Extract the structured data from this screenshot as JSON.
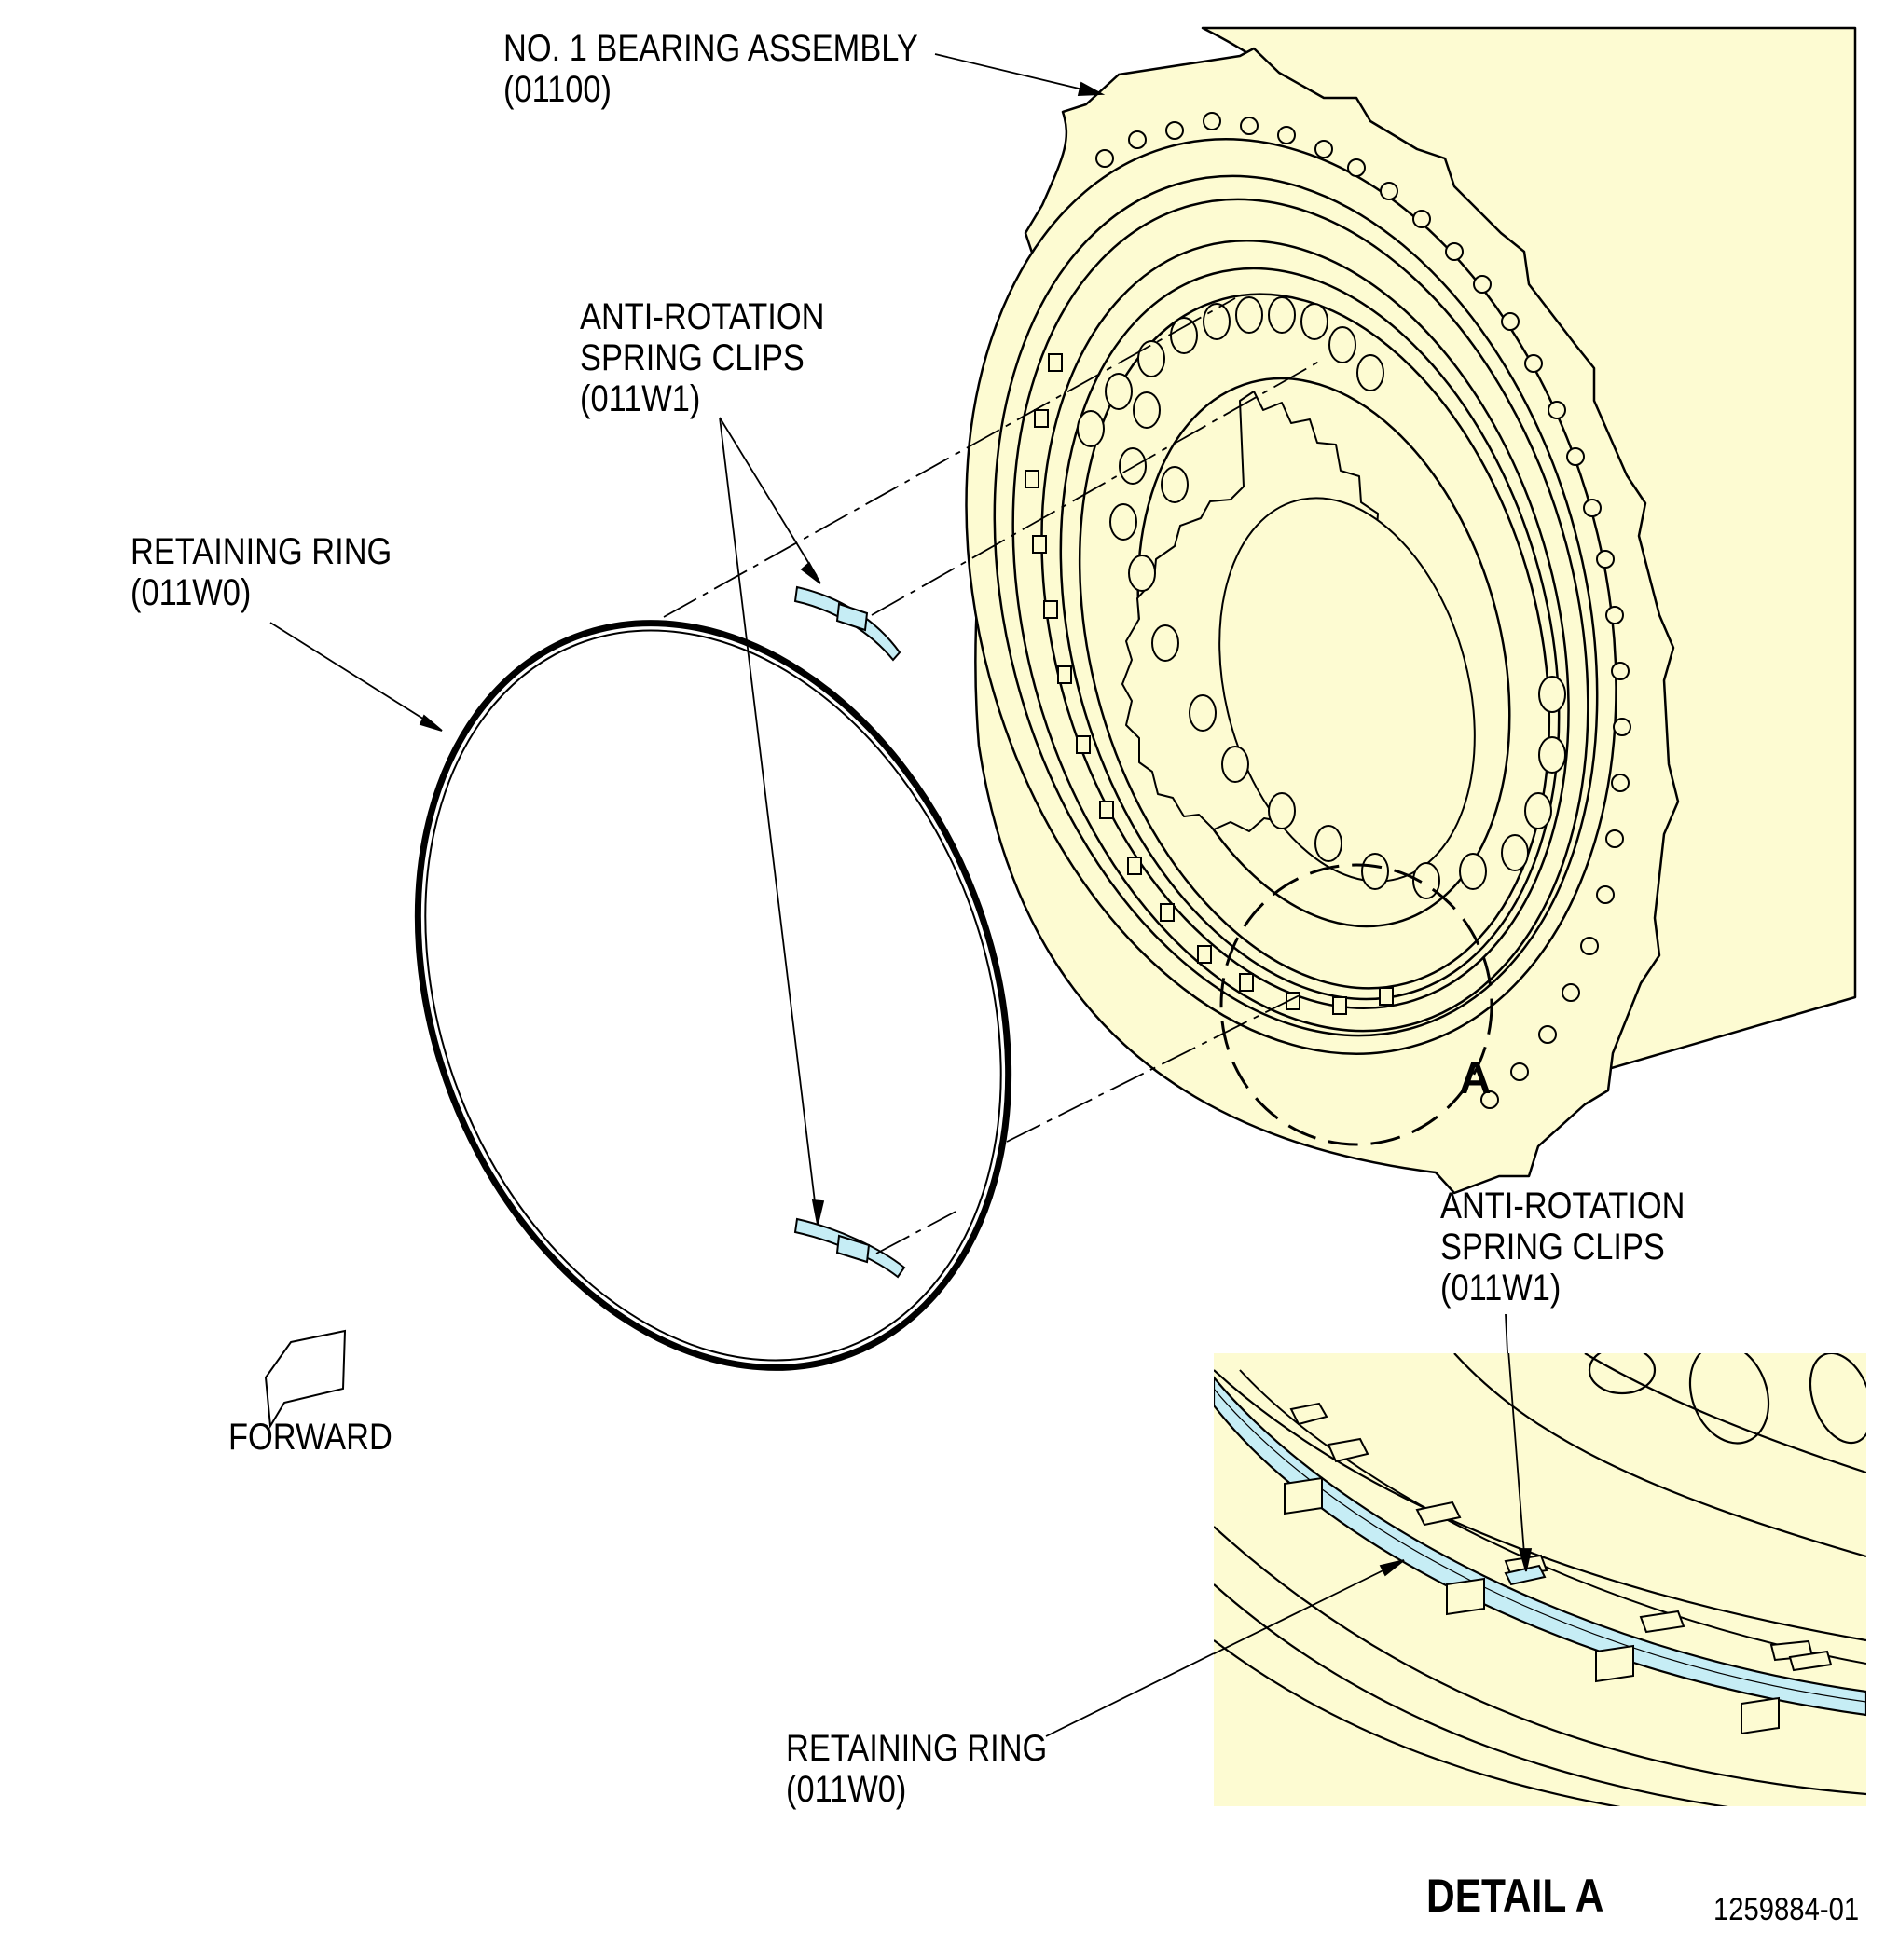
{
  "labels": {
    "bearing_assembly": {
      "line1": "NO. 1 BEARING ASSEMBLY",
      "line2": "(01100)"
    },
    "spring_clips_main": {
      "line1": "ANTI-ROTATION",
      "line2": "SPRING CLIPS",
      "line3": "(011W1)"
    },
    "retaining_ring_main": {
      "line1": "RETAINING RING",
      "line2": "(011W0)"
    },
    "forward": "FORWARD",
    "spring_clips_detail": {
      "line1": "ANTI-ROTATION",
      "line2": "SPRING CLIPS",
      "line3": "(011W1)"
    },
    "retaining_ring_detail": {
      "line1": "RETAINING RING",
      "line2": "(011W0)"
    },
    "detail_callout_letter": "A",
    "detail_title": "DETAIL A",
    "figure_number": "1259884-01"
  },
  "colors": {
    "housing_fill": "#fdfbd2",
    "part_highlight": "#c6edf5",
    "line": "#000000"
  }
}
